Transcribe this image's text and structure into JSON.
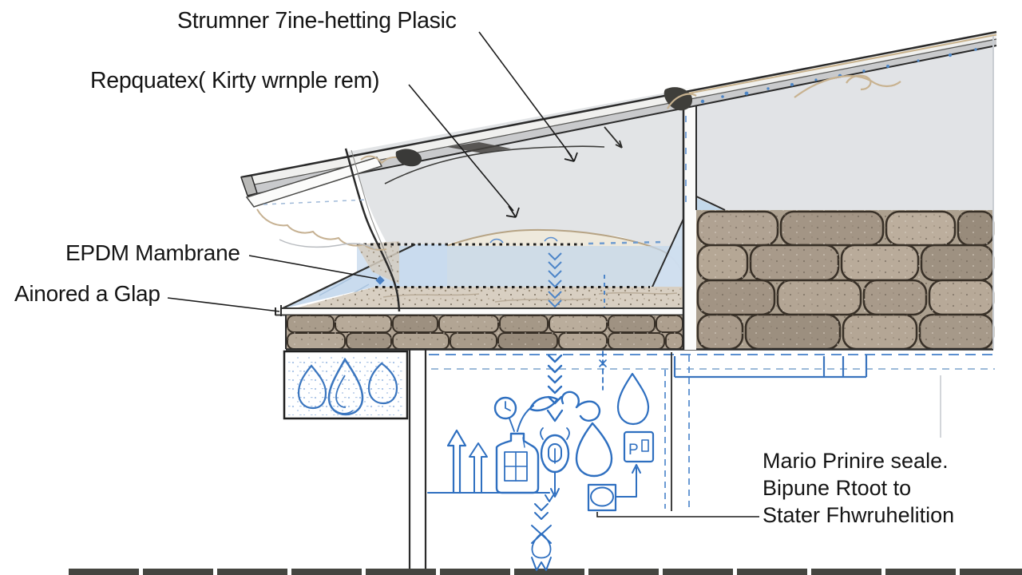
{
  "diagram": {
    "type": "roof-eave-cross-section",
    "labels": {
      "flashing": "Strumner 7ine-hetting Plasic",
      "underlayment": "Repquatex( Kirty wrnple rem)",
      "membrane": "EPDM Mambrane",
      "gap": "Ainored a Glap",
      "note": {
        "line1": "Mario Prinire seale.",
        "line2": "Bipune Rtoot to",
        "line3": "Stater Fhwruhelition"
      },
      "pb_box": "P"
    },
    "colors": {
      "line_art_blue": "#2e6fc0",
      "water_fill": "#c7d9ec",
      "deck_gray": "#e2e4e6",
      "cream_layer": "#eee9dc",
      "gravel": "#d8cfc2",
      "stone": "#aca08f",
      "stone_outline": "#383027",
      "roof_strip": "#c9cacc",
      "ground": "#454540",
      "tan_sketch": "#c6b192"
    },
    "icons": [
      "up-arrows-icon",
      "spray-bottle-icon",
      "pressure-gauge-icon",
      "leaf-spray-icon",
      "flow-chevrons-icon",
      "oval-lock-icon",
      "hook-icon",
      "water-drop-icon",
      "pb-box-icon",
      "pump-box-icon",
      "fish-x-icon",
      "w-mark-icon",
      "droplets-icon"
    ]
  }
}
